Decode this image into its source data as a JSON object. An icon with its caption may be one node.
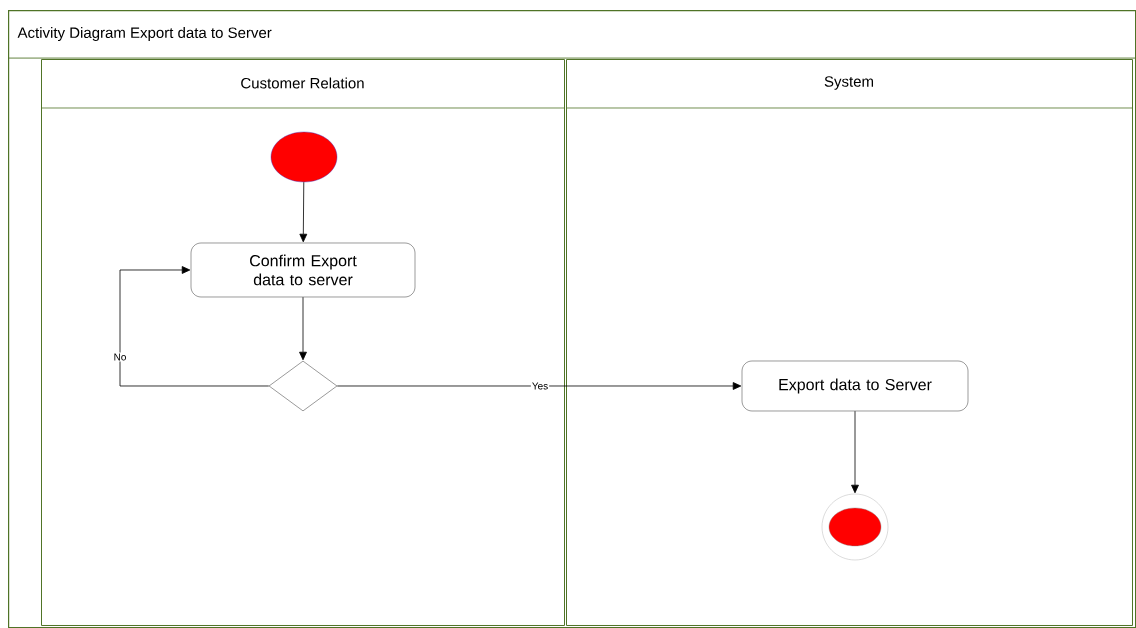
{
  "diagram": {
    "nodes": [
      {
        "text": [
          "Activity Diagram Export data to Server"
        ]
      },
      {
        "text": [
          "Customer Relation"
        ],
        "in": 0
      },
      {
        "text": [
          "System"
        ],
        "in": 0
      },
      {
        "text": [],
        "shape": "circle",
        "in": 1
      },
      {
        "text": [
          "Confirm Export data to server"
        ],
        "in": 1
      },
      {
        "text": [],
        "shape": "diamond",
        "in": 1
      },
      {
        "text": [
          "Export data to Server"
        ],
        "in": 2
      },
      {
        "text": [],
        "shape": "circle",
        "in": 2
      }
    ],
    "edges": [
      {
        "from": 3,
        "to": 4,
        "arrow": "to"
      },
      {
        "from": 4,
        "to": 5,
        "arrow": "to"
      },
      {
        "from": 5,
        "to": 4,
        "arrow": "to",
        "label": "No"
      },
      {
        "from": 5,
        "to": 6,
        "arrow": "to",
        "label": "Yes"
      },
      {
        "from": 6,
        "to": 7,
        "arrow": "to"
      }
    ]
  }
}
